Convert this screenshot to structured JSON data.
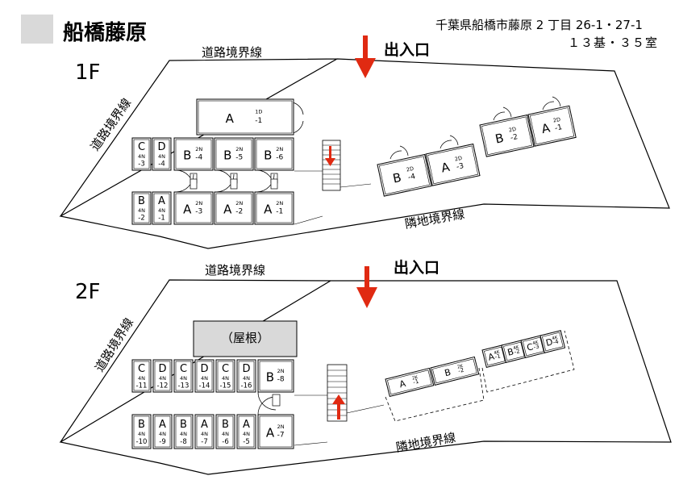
{
  "title": "船橋藤原",
  "address": "千葉県船橋市藤原 2 丁目 26-1・27-1",
  "capacity": "１３基・３５室",
  "floors": [
    {
      "name": "1F",
      "road_top": "道路境界線",
      "road_left": "道路境界線",
      "neighbor": "隣地境界線",
      "entrance": "出入口"
    },
    {
      "name": "2F",
      "road_top": "道路境界線",
      "road_left": "道路境界線",
      "neighbor": "隣地境界線",
      "entrance": "出入口",
      "roof": "（屋根）"
    }
  ],
  "colors": {
    "arrow": "#e02a12",
    "roof_fill": "#d9d9d9",
    "title_box": "#d9d9d9"
  },
  "units_1f": [
    {
      "type": "A",
      "size": "1D",
      "num": "-1"
    },
    {
      "type": "C",
      "size": "4N",
      "num": "-3"
    },
    {
      "type": "D",
      "size": "4N",
      "num": "-4"
    },
    {
      "type": "B",
      "size": "2N",
      "num": "-4"
    },
    {
      "type": "B",
      "size": "2N",
      "num": "-5"
    },
    {
      "type": "B",
      "size": "2N",
      "num": "-6"
    },
    {
      "type": "B",
      "size": "4N",
      "num": "-2"
    },
    {
      "type": "A",
      "size": "4N",
      "num": "-1"
    },
    {
      "type": "A",
      "size": "2N",
      "num": "-3"
    },
    {
      "type": "A",
      "size": "2N",
      "num": "-2"
    },
    {
      "type": "A",
      "size": "2N",
      "num": "-1"
    },
    {
      "type": "B",
      "size": "2D",
      "num": "-4"
    },
    {
      "type": "A",
      "size": "2D",
      "num": "-3"
    },
    {
      "type": "B",
      "size": "2D",
      "num": "-2"
    },
    {
      "type": "A",
      "size": "2D",
      "num": "-1"
    }
  ],
  "units_2f": [
    {
      "type": "C",
      "size": "4N",
      "num": "-11"
    },
    {
      "type": "D",
      "size": "4N",
      "num": "-12"
    },
    {
      "type": "C",
      "size": "4N",
      "num": "-13"
    },
    {
      "type": "D",
      "size": "4N",
      "num": "-14"
    },
    {
      "type": "C",
      "size": "4N",
      "num": "-15"
    },
    {
      "type": "D",
      "size": "4N",
      "num": "-16"
    },
    {
      "type": "B",
      "size": "2N",
      "num": "-8"
    },
    {
      "type": "B",
      "size": "4N",
      "num": "-10"
    },
    {
      "type": "A",
      "size": "4N",
      "num": "-9"
    },
    {
      "type": "B",
      "size": "4N",
      "num": "-8"
    },
    {
      "type": "A",
      "size": "4N",
      "num": "-7"
    },
    {
      "type": "B",
      "size": "4N",
      "num": "-6"
    },
    {
      "type": "A",
      "size": "4N",
      "num": "-5"
    },
    {
      "type": "A",
      "size": "2N",
      "num": "-7"
    },
    {
      "type": "A",
      "size": "2K",
      "num": "-1"
    },
    {
      "type": "B",
      "size": "2K",
      "num": "-2"
    },
    {
      "type": "A",
      "size": "4K",
      "num": "-1"
    },
    {
      "type": "B",
      "size": "4K",
      "num": "-2"
    },
    {
      "type": "C",
      "size": "4K",
      "num": "-3"
    },
    {
      "type": "D",
      "size": "4K",
      "num": "-4"
    }
  ]
}
